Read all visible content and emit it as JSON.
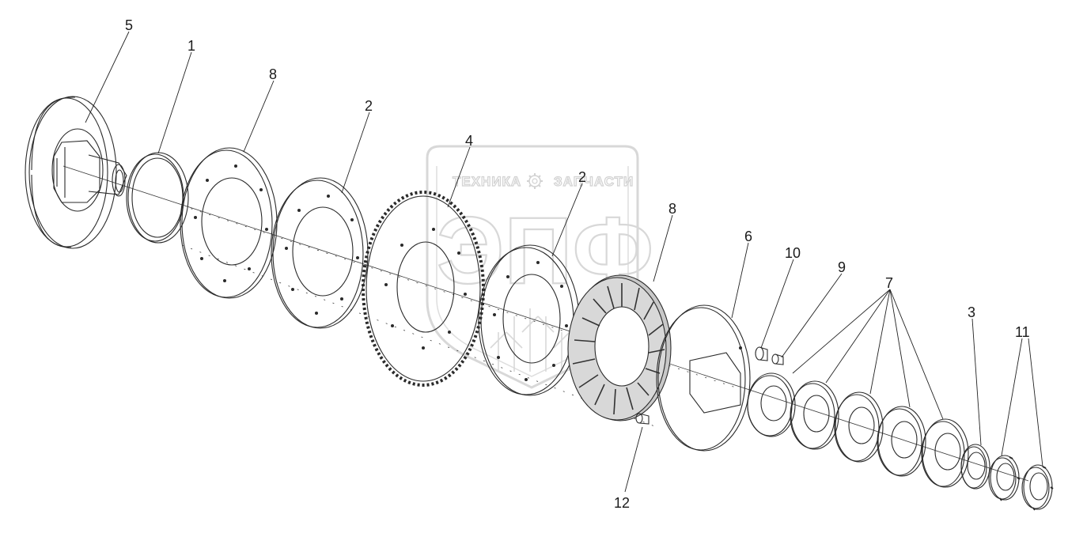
{
  "watermark": {
    "line_left": "ТЕХНИКА",
    "line_right": "ЗАПЧАСТИ",
    "logo": "ЭПФ",
    "gear_icon": "gear-icon"
  },
  "labels": [
    {
      "id": "lbl-5",
      "text": "5"
    },
    {
      "id": "lbl-1",
      "text": "1"
    },
    {
      "id": "lbl-8a",
      "text": "8"
    },
    {
      "id": "lbl-2a",
      "text": "2"
    },
    {
      "id": "lbl-4",
      "text": "4"
    },
    {
      "id": "lbl-2b",
      "text": "2"
    },
    {
      "id": "lbl-8b",
      "text": "8"
    },
    {
      "id": "lbl-6",
      "text": "6"
    },
    {
      "id": "lbl-10",
      "text": "10"
    },
    {
      "id": "lbl-9",
      "text": "9"
    },
    {
      "id": "lbl-7",
      "text": "7"
    },
    {
      "id": "lbl-3",
      "text": "3"
    },
    {
      "id": "lbl-11",
      "text": "11"
    },
    {
      "id": "lbl-12",
      "text": "12"
    }
  ],
  "colors": {
    "line": "#2a2a2a",
    "watermark": "#d0d0d0",
    "friction_fill": "#bdbdbd"
  }
}
